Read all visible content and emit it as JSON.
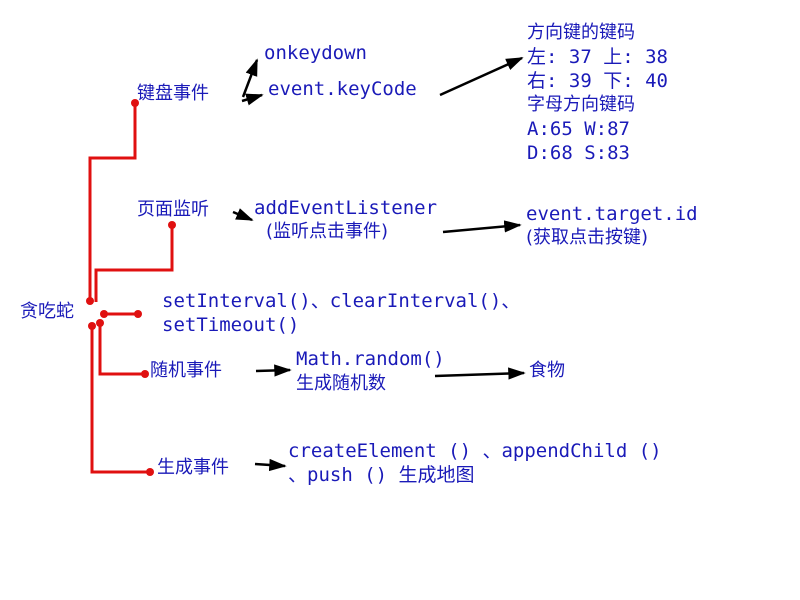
{
  "colors": {
    "text": "#1a1ab8",
    "connector": "#e01010",
    "arrow": "#000000",
    "background": "#ffffff"
  },
  "root": {
    "label": "贪吃蛇"
  },
  "keyboard": {
    "label": "键盘事件",
    "item1": "onkeydown",
    "item2": "event.keyCode",
    "codes": {
      "title": "方向键的键码",
      "line1": "左: 37 上: 38",
      "line2": "右: 39 下: 40",
      "subtitle": "字母方向键码",
      "line3": " A:65 W:87",
      "line4": " D:68 S:83"
    }
  },
  "page_listen": {
    "label": "页面监听",
    "item_line1": "addEventListener",
    "item_line2": "(监听点击事件)",
    "result_line1": "event.target.id",
    "result_line2": "(获取点击按键)"
  },
  "timer": {
    "line1": "setInterval()、clearInterval()、",
    "line2": "setTimeout()"
  },
  "random": {
    "label": "随机事件",
    "item_line1": "Math.random()",
    "item_line2": "生成随机数",
    "result": "食物"
  },
  "generate": {
    "label": "生成事件",
    "line1": "createElement () 、appendChild ()",
    "line2": "、push () 生成地图"
  }
}
